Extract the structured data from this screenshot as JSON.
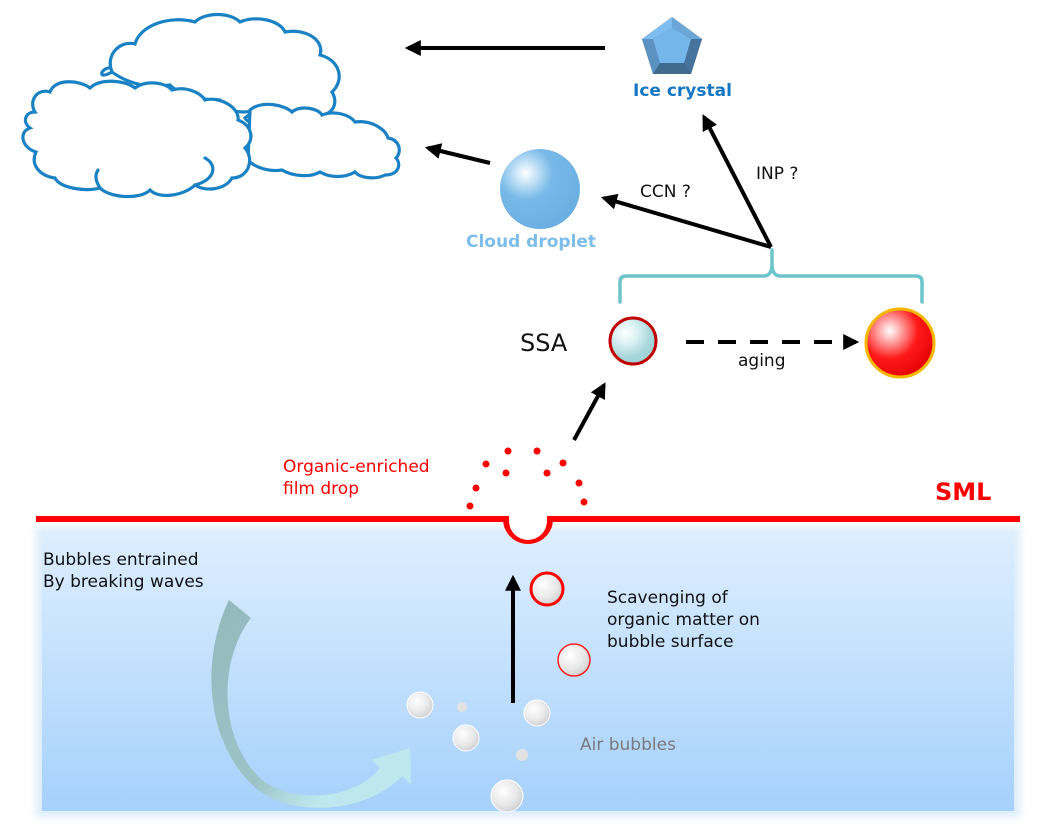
{
  "diagram": {
    "title": "Sea spray aerosol formation and cloud interaction",
    "labels": {
      "ice_crystal": "Ice crystal",
      "cloud_droplet": "Cloud droplet",
      "ccn": "CCN ?",
      "inp": "INP ?",
      "ssa": "SSA",
      "aging": "aging",
      "organic_film_drop_line1": "Organic-enriched",
      "organic_film_drop_line2": "film drop",
      "sml": "SML",
      "bubbles_entrained_line1": "Bubbles entrained",
      "bubbles_entrained_line2": "By breaking waves",
      "scavenging_line1": "Scavenging of",
      "scavenging_line2": "organic matter on",
      "scavenging_line3": "bubble surface",
      "air_bubbles": "Air bubbles"
    },
    "nodes": [
      "clouds",
      "ice-crystal",
      "cloud-droplet",
      "ssa-fresh",
      "ssa-aged",
      "film-drops",
      "sea-surface-microlayer",
      "ocean",
      "air-bubbles"
    ],
    "edges": [
      {
        "from": "ice-crystal",
        "to": "clouds",
        "style": "solid"
      },
      {
        "from": "cloud-droplet",
        "to": "clouds",
        "style": "solid"
      },
      {
        "from": "ssa-group",
        "to": "cloud-droplet",
        "label": "CCN ?",
        "style": "solid"
      },
      {
        "from": "ssa-group",
        "to": "ice-crystal",
        "label": "INP ?",
        "style": "solid"
      },
      {
        "from": "ssa-fresh",
        "to": "ssa-aged",
        "label": "aging",
        "style": "dashed"
      },
      {
        "from": "film-drops",
        "to": "ssa-fresh",
        "style": "solid"
      },
      {
        "from": "air-bubbles",
        "to": "sea-surface-microlayer",
        "style": "solid"
      }
    ],
    "colors": {
      "cloud_outline": "#1a82c4",
      "ice_label": "#1577c4",
      "droplet": "#72b6e6",
      "droplet_label": "#7dbde9",
      "bracket": "#6cc5cc",
      "sml": "#ff0000",
      "ssa_fresh_fill": "#a8d8dc",
      "ssa_fresh_rim": "#c00000",
      "ssa_aged_fill": "#ff0000",
      "ssa_aged_rim": "#f5b800",
      "ocean_top": "#ddeeff",
      "ocean_bottom": "#a6d1fb",
      "wave_arrow": "#96bcbf",
      "wave_arrow_head": "#bfe8ee",
      "air_label": "#7a7a7a"
    }
  }
}
